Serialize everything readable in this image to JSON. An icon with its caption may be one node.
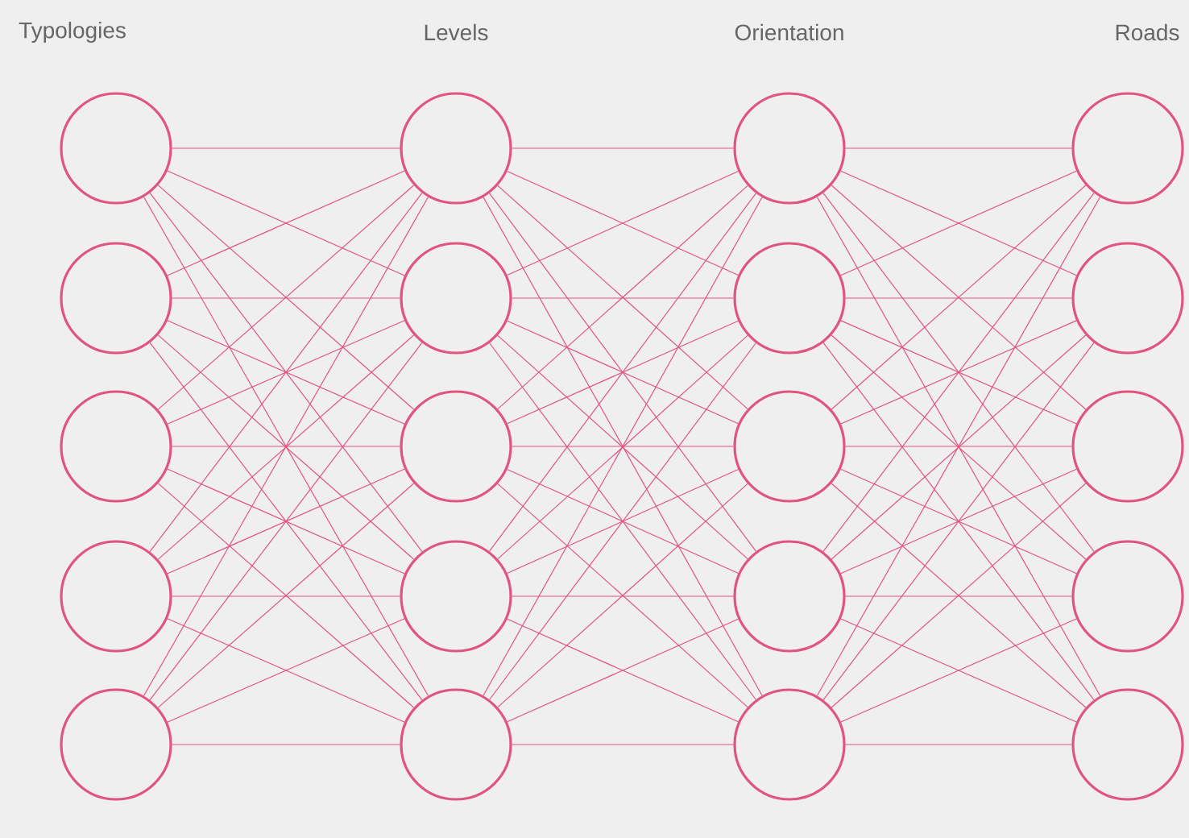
{
  "diagram": {
    "nodes": [
      {
        "text": [],
        "shape": "circle"
      },
      {
        "text": [],
        "shape": "circle"
      },
      {
        "text": [],
        "shape": "circle"
      },
      {
        "text": [],
        "shape": "circle"
      },
      {
        "text": [],
        "shape": "circle"
      },
      {
        "text": [],
        "shape": "circle"
      },
      {
        "text": [],
        "shape": "circle"
      },
      {
        "text": [],
        "shape": "circle"
      },
      {
        "text": [],
        "shape": "circle"
      },
      {
        "text": [],
        "shape": "circle"
      },
      {
        "text": [],
        "shape": "circle"
      },
      {
        "text": [],
        "shape": "circle"
      },
      {
        "text": [],
        "shape": "circle"
      },
      {
        "text": [],
        "shape": "circle"
      },
      {
        "text": [],
        "shape": "circle"
      },
      {
        "text": [],
        "shape": "circle"
      },
      {
        "text": [],
        "shape": "circle"
      },
      {
        "text": [],
        "shape": "circle"
      },
      {
        "text": [],
        "shape": "circle"
      },
      {
        "text": [],
        "shape": "circle"
      }
    ],
    "edges": [
      {
        "from": 0,
        "to": 5,
        "arrow": "none"
      },
      {
        "from": 0,
        "to": 6,
        "arrow": "none"
      },
      {
        "from": 0,
        "to": 7,
        "arrow": "none"
      },
      {
        "from": 0,
        "to": 8,
        "arrow": "none"
      },
      {
        "from": 0,
        "to": 9,
        "arrow": "none"
      },
      {
        "from": 1,
        "to": 5,
        "arrow": "none"
      },
      {
        "from": 1,
        "to": 6,
        "arrow": "none"
      },
      {
        "from": 1,
        "to": 7,
        "arrow": "none"
      },
      {
        "from": 1,
        "to": 8,
        "arrow": "none"
      },
      {
        "from": 1,
        "to": 9,
        "arrow": "none"
      },
      {
        "from": 2,
        "to": 5,
        "arrow": "none"
      },
      {
        "from": 2,
        "to": 6,
        "arrow": "none"
      },
      {
        "from": 2,
        "to": 7,
        "arrow": "none"
      },
      {
        "from": 2,
        "to": 8,
        "arrow": "none"
      },
      {
        "from": 2,
        "to": 9,
        "arrow": "none"
      },
      {
        "from": 3,
        "to": 5,
        "arrow": "none"
      },
      {
        "from": 3,
        "to": 6,
        "arrow": "none"
      },
      {
        "from": 3,
        "to": 7,
        "arrow": "none"
      },
      {
        "from": 3,
        "to": 8,
        "arrow": "none"
      },
      {
        "from": 3,
        "to": 9,
        "arrow": "none"
      },
      {
        "from": 4,
        "to": 5,
        "arrow": "none"
      },
      {
        "from": 4,
        "to": 6,
        "arrow": "none"
      },
      {
        "from": 4,
        "to": 7,
        "arrow": "none"
      },
      {
        "from": 4,
        "to": 8,
        "arrow": "none"
      },
      {
        "from": 4,
        "to": 9,
        "arrow": "none"
      },
      {
        "from": 5,
        "to": 10,
        "arrow": "none"
      },
      {
        "from": 5,
        "to": 11,
        "arrow": "none"
      },
      {
        "from": 5,
        "to": 12,
        "arrow": "none"
      },
      {
        "from": 5,
        "to": 13,
        "arrow": "none"
      },
      {
        "from": 5,
        "to": 14,
        "arrow": "none"
      },
      {
        "from": 6,
        "to": 10,
        "arrow": "none"
      },
      {
        "from": 6,
        "to": 11,
        "arrow": "none"
      },
      {
        "from": 6,
        "to": 12,
        "arrow": "none"
      },
      {
        "from": 6,
        "to": 13,
        "arrow": "none"
      },
      {
        "from": 6,
        "to": 14,
        "arrow": "none"
      },
      {
        "from": 7,
        "to": 10,
        "arrow": "none"
      },
      {
        "from": 7,
        "to": 11,
        "arrow": "none"
      },
      {
        "from": 7,
        "to": 12,
        "arrow": "none"
      },
      {
        "from": 7,
        "to": 13,
        "arrow": "none"
      },
      {
        "from": 7,
        "to": 14,
        "arrow": "none"
      },
      {
        "from": 8,
        "to": 10,
        "arrow": "none"
      },
      {
        "from": 8,
        "to": 11,
        "arrow": "none"
      },
      {
        "from": 8,
        "to": 12,
        "arrow": "none"
      },
      {
        "from": 8,
        "to": 13,
        "arrow": "none"
      },
      {
        "from": 8,
        "to": 14,
        "arrow": "none"
      },
      {
        "from": 9,
        "to": 10,
        "arrow": "none"
      },
      {
        "from": 9,
        "to": 11,
        "arrow": "none"
      },
      {
        "from": 9,
        "to": 12,
        "arrow": "none"
      },
      {
        "from": 9,
        "to": 13,
        "arrow": "none"
      },
      {
        "from": 9,
        "to": 14,
        "arrow": "none"
      },
      {
        "from": 10,
        "to": 15,
        "arrow": "none"
      },
      {
        "from": 10,
        "to": 16,
        "arrow": "none"
      },
      {
        "from": 10,
        "to": 17,
        "arrow": "none"
      },
      {
        "from": 10,
        "to": 18,
        "arrow": "none"
      },
      {
        "from": 10,
        "to": 19,
        "arrow": "none"
      },
      {
        "from": 11,
        "to": 15,
        "arrow": "none"
      },
      {
        "from": 11,
        "to": 16,
        "arrow": "none"
      },
      {
        "from": 11,
        "to": 17,
        "arrow": "none"
      },
      {
        "from": 11,
        "to": 18,
        "arrow": "none"
      },
      {
        "from": 11,
        "to": 19,
        "arrow": "none"
      },
      {
        "from": 12,
        "to": 15,
        "arrow": "none"
      },
      {
        "from": 12,
        "to": 16,
        "arrow": "none"
      },
      {
        "from": 12,
        "to": 17,
        "arrow": "none"
      },
      {
        "from": 12,
        "to": 18,
        "arrow": "none"
      },
      {
        "from": 12,
        "to": 19,
        "arrow": "none"
      },
      {
        "from": 13,
        "to": 15,
        "arrow": "none"
      },
      {
        "from": 13,
        "to": 16,
        "arrow": "none"
      },
      {
        "from": 13,
        "to": 17,
        "arrow": "none"
      },
      {
        "from": 13,
        "to": 18,
        "arrow": "none"
      },
      {
        "from": 13,
        "to": 19,
        "arrow": "none"
      },
      {
        "from": 14,
        "to": 15,
        "arrow": "none"
      },
      {
        "from": 14,
        "to": 16,
        "arrow": "none"
      },
      {
        "from": 14,
        "to": 17,
        "arrow": "none"
      },
      {
        "from": 14,
        "to": 18,
        "arrow": "none"
      },
      {
        "from": 14,
        "to": 19,
        "arrow": "none"
      }
    ],
    "labels": [
      "Typologies",
      "Levels",
      "Orientation",
      "Roads"
    ]
  }
}
